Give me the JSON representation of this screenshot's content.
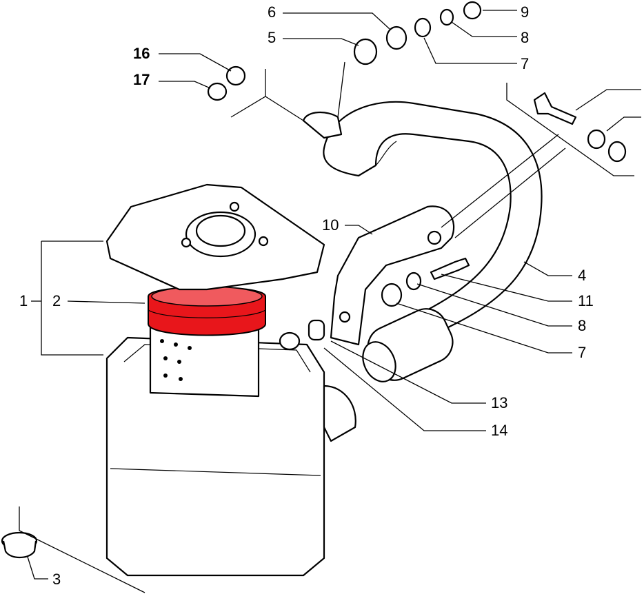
{
  "diagram": {
    "title_visible": false,
    "highlight_color": "#e8161b",
    "callouts": [
      {
        "id": "c1",
        "label": "1"
      },
      {
        "id": "c2",
        "label": "2"
      },
      {
        "id": "c3",
        "label": "3"
      },
      {
        "id": "c4",
        "label": "4"
      },
      {
        "id": "c5",
        "label": "5"
      },
      {
        "id": "c6",
        "label": "6"
      },
      {
        "id": "c7a",
        "label": "7"
      },
      {
        "id": "c7b",
        "label": "7"
      },
      {
        "id": "c8a",
        "label": "8"
      },
      {
        "id": "c8b",
        "label": "8"
      },
      {
        "id": "c9",
        "label": "9"
      },
      {
        "id": "c10",
        "label": "10"
      },
      {
        "id": "c11",
        "label": "11"
      },
      {
        "id": "c13",
        "label": "13"
      },
      {
        "id": "c14",
        "label": "14"
      },
      {
        "id": "c16",
        "label": "16"
      },
      {
        "id": "c17",
        "label": "17"
      }
    ],
    "highlighted_part": "2"
  }
}
